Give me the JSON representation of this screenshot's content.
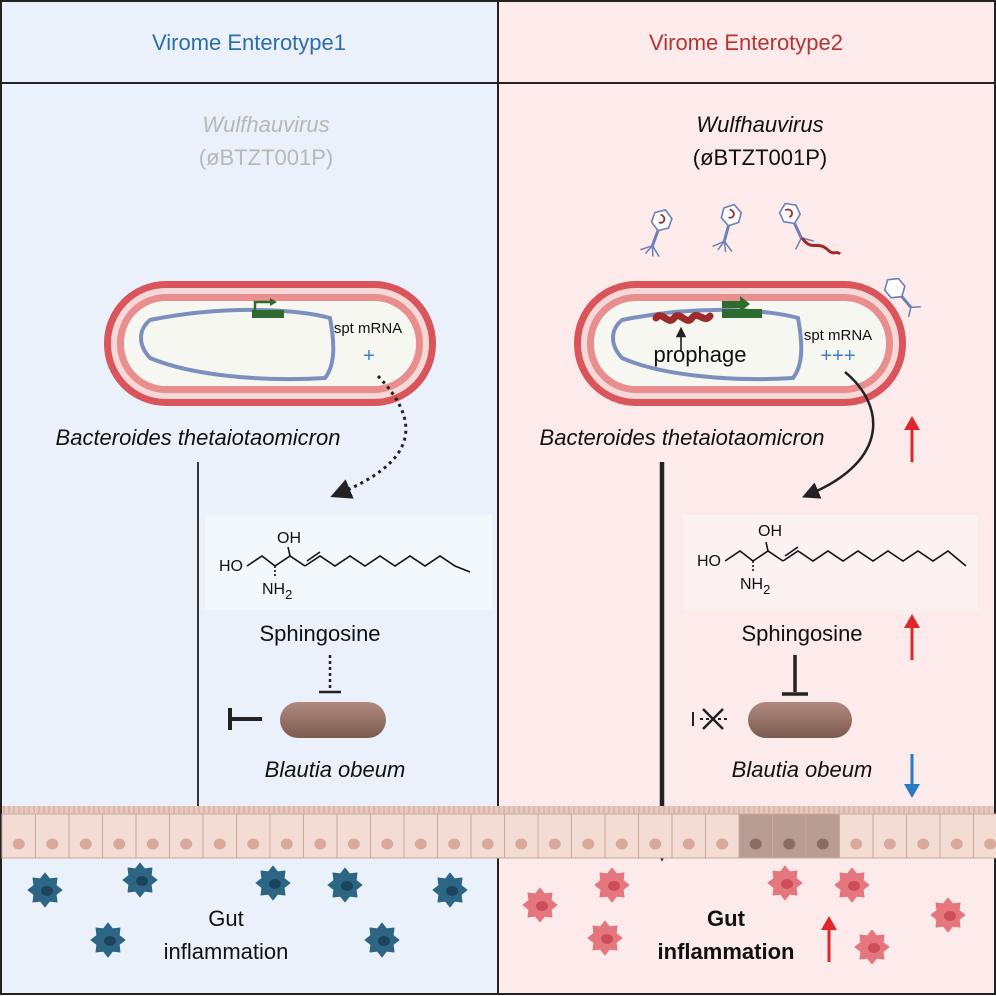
{
  "panels": [
    {
      "header": "Virome Enterotype1",
      "virus_genus": "Wulfhauvirus",
      "virus_id": "(øBTZT001P)",
      "mrna_label": "spt mRNA",
      "mrna_level": "+",
      "bacterium": "Bacteroides thetaiotaomicron",
      "metabolite": "Sphingosine",
      "target_bacterium": "Blautia obeum",
      "outcome_line1": "Gut",
      "outcome_line2": "inflammation"
    },
    {
      "header": "Virome Enterotype2",
      "virus_genus": "Wulfhauvirus",
      "virus_id": "(øBTZT001P)",
      "prophage_label": "prophage",
      "mrna_label": "spt mRNA",
      "mrna_level": "+++",
      "bacterium": "Bacteroides thetaiotaomicron",
      "metabolite": "Sphingosine",
      "target_bacterium": "Blautia obeum",
      "outcome_line1": "Gut",
      "outcome_line2": "inflammation"
    }
  ],
  "molecule": {
    "ho": "HO",
    "oh": "OH",
    "nh": "NH",
    "nh_sub": "2"
  },
  "colors": {
    "panel1_bg": "#eaf1fb",
    "panel2_bg": "#fdeaea",
    "panel1_title": "#2e6ea6",
    "panel2_title": "#b53434",
    "membrane": "#d9545b",
    "genome": "#7d8fbf",
    "gene": "#2e6b2e",
    "prophage": "#9e2a2a",
    "cell_blue": "#2d6585",
    "cell_pink": "#e5767e",
    "arrow_up": "#e0262a",
    "arrow_down": "#2a7bc4",
    "blautia": "#9a7266"
  }
}
